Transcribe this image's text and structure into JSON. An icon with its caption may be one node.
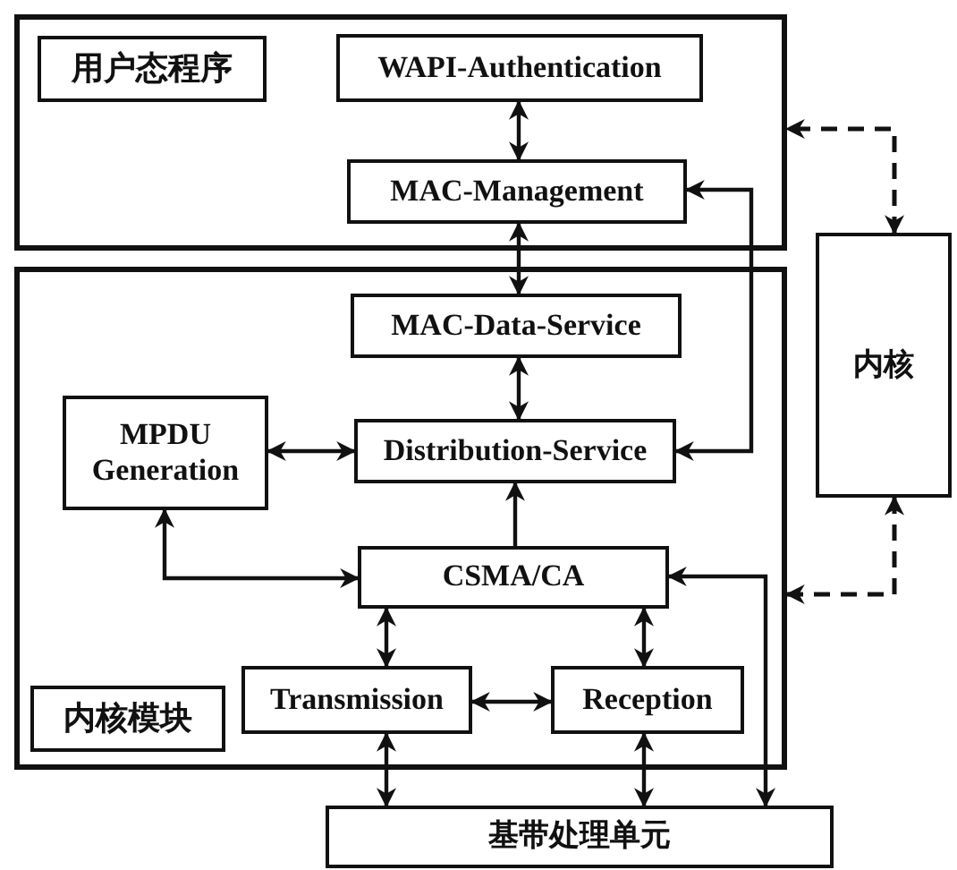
{
  "diagram": {
    "nodes": [
      {
        "text": [],
        "shape": "box"
      },
      {
        "text": [
          "用户态程序"
        ],
        "in": 0
      },
      {
        "text": [
          "WAPI-Authentication"
        ],
        "in": 0
      },
      {
        "text": [
          "MAC-Management"
        ],
        "in": 0
      },
      {
        "text": [],
        "shape": "box"
      },
      {
        "text": [
          "MAC-Data-Service"
        ],
        "in": 4
      },
      {
        "text": [
          "MPDU Generation"
        ],
        "in": 4
      },
      {
        "text": [
          "Distribution-Service"
        ],
        "in": 4
      },
      {
        "text": [
          "CSMA/CA"
        ],
        "in": 4
      },
      {
        "text": [
          "Transmission"
        ],
        "in": 4
      },
      {
        "text": [
          "Reception"
        ],
        "in": 4
      },
      {
        "text": [
          "内核模块"
        ],
        "in": 4
      },
      {
        "text": [
          "内核"
        ]
      },
      {
        "text": [
          "基带处理单元"
        ]
      }
    ],
    "edges": [
      {
        "from": 2,
        "to": 3,
        "arrow": "both"
      },
      {
        "from": 3,
        "to": 5,
        "arrow": "both"
      },
      {
        "from": 5,
        "to": 7,
        "arrow": "both"
      },
      {
        "from": 6,
        "to": 7,
        "arrow": "both"
      },
      {
        "from": 3,
        "to": 7,
        "arrow": "both"
      },
      {
        "from": 8,
        "to": 7,
        "arrow": "to"
      },
      {
        "from": 6,
        "to": 8,
        "arrow": "both"
      },
      {
        "from": 8,
        "to": 9,
        "arrow": "both"
      },
      {
        "from": 8,
        "to": 10,
        "arrow": "both"
      },
      {
        "from": 9,
        "to": 10,
        "arrow": "both"
      },
      {
        "from": 9,
        "to": 13,
        "arrow": "both"
      },
      {
        "from": 10,
        "to": 13,
        "arrow": "both"
      },
      {
        "from": 8,
        "to": 13,
        "arrow": "both"
      },
      {
        "from": 12,
        "to": 0,
        "arrow": "both",
        "style": "dashed"
      },
      {
        "from": 12,
        "to": 4,
        "arrow": "both",
        "style": "dashed"
      }
    ]
  }
}
